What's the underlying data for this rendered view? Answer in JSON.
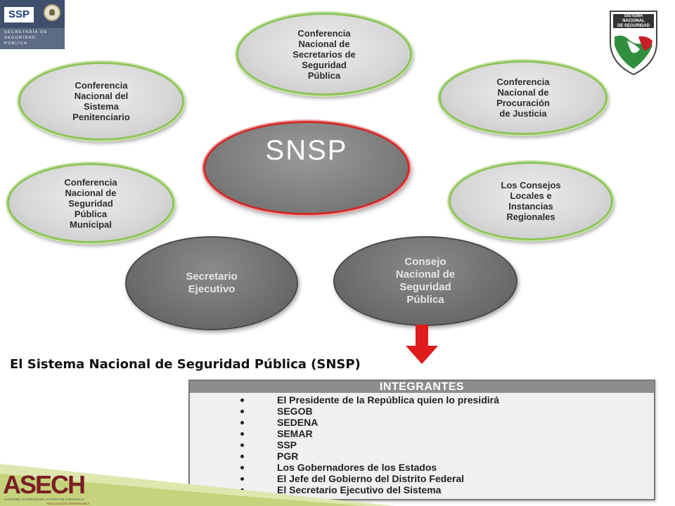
{
  "header": {
    "ssp_logo": {
      "abbr": "SSP",
      "full_name": "SECRETARÍA DE\nSEGURIDAD PÚBLICA"
    },
    "snsp_logo": {
      "text": "SISTEMA NACIONAL\nDE SEGURIDAD PÚBLICA"
    }
  },
  "diagram": {
    "center": "SNSP",
    "nodes": [
      {
        "id": "conf-sec-seg",
        "label": "Conferencia\nNacional de\nSecretarios de\nSeguridad\nPública"
      },
      {
        "id": "conf-penitenciario",
        "label": "Conferencia\nNacional del\nSistema\nPenitenciario"
      },
      {
        "id": "conf-procuracion",
        "label": "Conferencia\nNacional de\nProcuración\nde Justicia"
      },
      {
        "id": "conf-municipal",
        "label": "Conferencia\nNacional de\nSeguridad\nPública\nMunicipal"
      },
      {
        "id": "consejos-locales",
        "label": "Los Consejos\nLocales e\nInstancias\nRegionales"
      },
      {
        "id": "secretario-ejecutivo",
        "label": "Secretario\nEjecutivo"
      },
      {
        "id": "consejo-nacional",
        "label": "Consejo\nNacional de\nSeguridad\nPública"
      }
    ]
  },
  "caption": "El Sistema Nacional de Seguridad Pública (SNSP)",
  "integrantes": {
    "header": "INTEGRANTES",
    "items": [
      "El Presidente de la República quien lo presidirá",
      "SEGOB",
      "SEDENA",
      "SEMAR",
      "SSP",
      "PGR",
      "Los Gobernadores de los Estados",
      "El Jefe del Gobierno del Distrito Federal",
      "El Secretario Ejecutivo del Sistema"
    ]
  },
  "footer": {
    "logo": "ASECH",
    "subtitle": "AUDITORÍA SUPERIOR DEL ESTADO DE CHIHUAHUA",
    "tagline": "FISCALIZACIÓN RESPONSABLE"
  },
  "colors": {
    "node_border": "#8ec45a",
    "center_border": "#d12a2a",
    "arrow": "#e01b1b",
    "band": "#c9d48a"
  }
}
